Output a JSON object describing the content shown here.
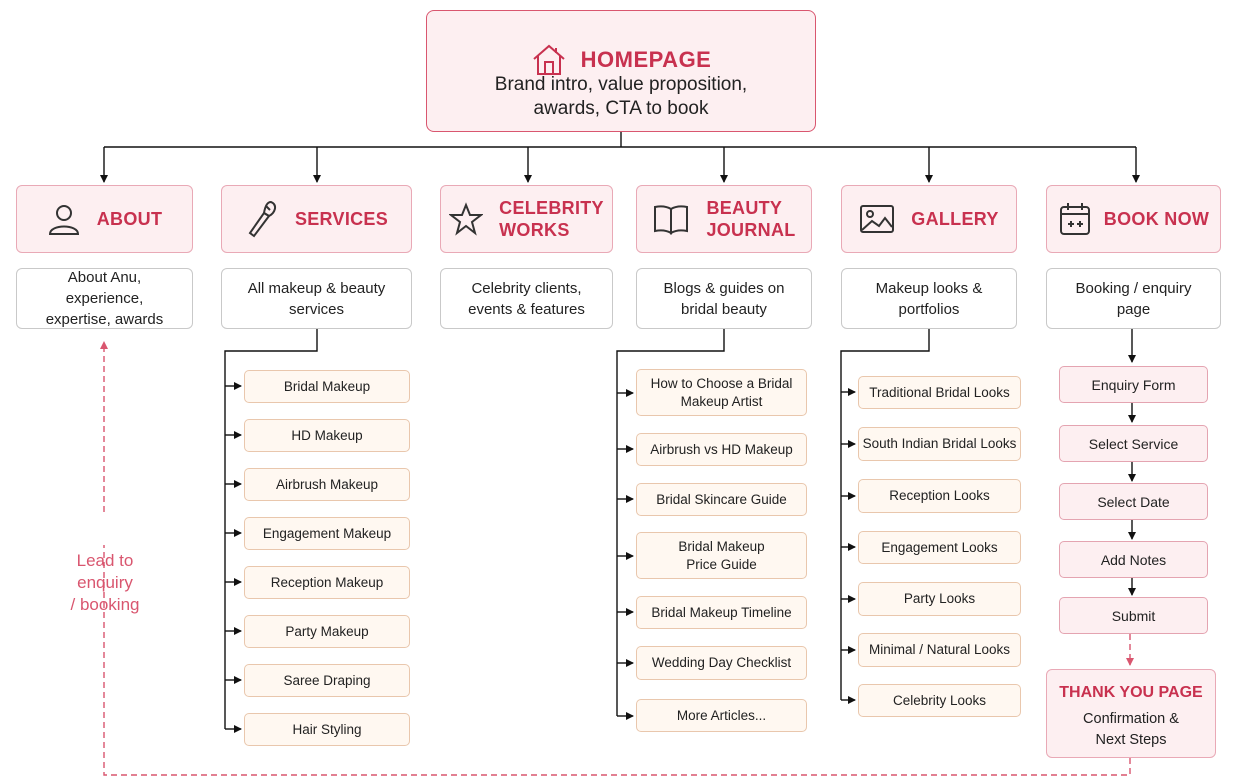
{
  "homepage": {
    "title": "HOMEPAGE",
    "desc_line1": "Brand intro, value proposition,",
    "desc_line2": "awards, CTA to book"
  },
  "categories": [
    {
      "icon": "user-icon",
      "label_line1": "ABOUT",
      "desc_line1": "About Anu, experience,",
      "desc_line2": "expertise, awards"
    },
    {
      "icon": "makeup-brush-icon",
      "label_line1": "SERVICES",
      "desc_line1": "All makeup & beauty",
      "desc_line2": "services",
      "items": [
        "Bridal Makeup",
        "HD Makeup",
        "Airbrush Makeup",
        "Engagement Makeup",
        "Reception Makeup",
        "Party Makeup",
        "Saree Draping",
        "Hair Styling"
      ]
    },
    {
      "icon": "star-icon",
      "label_line1": "CELEBRITY",
      "label_line2": "WORKS",
      "desc_line1": "Celebrity clients,",
      "desc_line2": "events & features"
    },
    {
      "icon": "open-book-icon",
      "label_line1": "BEAUTY",
      "label_line2": "JOURNAL",
      "desc_line1": "Blogs & guides on",
      "desc_line2": "bridal beauty",
      "items": [
        {
          "line1": "How to Choose a Bridal",
          "line2": "Makeup Artist"
        },
        {
          "line1": "Airbrush vs HD Makeup"
        },
        {
          "line1": "Bridal Skincare Guide"
        },
        {
          "line1": "Bridal Makeup",
          "line2": "Price Guide"
        },
        {
          "line1": "Bridal Makeup Timeline"
        },
        {
          "line1": "Wedding Day Checklist"
        },
        {
          "line1": "More Articles..."
        }
      ]
    },
    {
      "icon": "image-icon",
      "label_line1": "GALLERY",
      "desc_line1": "Makeup looks &",
      "desc_line2": "portfolios",
      "items": [
        "Traditional Bridal Looks",
        "South Indian Bridal Looks",
        "Reception Looks",
        "Engagement Looks",
        "Party Looks",
        "Minimal / Natural Looks",
        "Celebrity Looks"
      ]
    },
    {
      "icon": "calendar-icon",
      "label_line1": "BOOK NOW",
      "desc_line1": "Booking / enquiry",
      "desc_line2": "page",
      "steps": [
        "Enquiry Form",
        "Select Service",
        "Select Date",
        "Add Notes",
        "Submit"
      ]
    }
  ],
  "thank_you": {
    "title": "THANK YOU PAGE",
    "line1": "Confirmation &",
    "line2": "Next Steps"
  },
  "lead_note": {
    "line1": "Lead to",
    "line2": "enquiry",
    "line3": "/ booking"
  },
  "colors": {
    "accent": "#c8314f",
    "accent_light": "#fdeff1",
    "dashed": "#d9566f",
    "item_fill": "#fff8f1"
  }
}
